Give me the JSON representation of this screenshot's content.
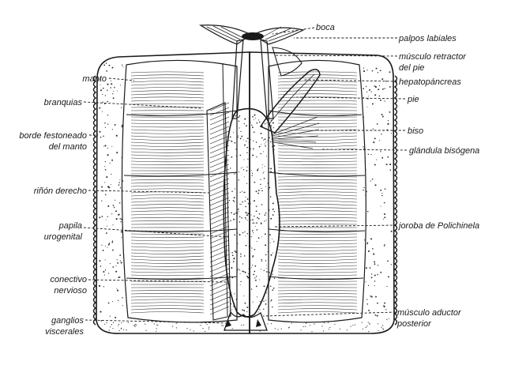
{
  "labels_left": {
    "manto": "manto",
    "branquias": "branquias",
    "borde_1": "borde festoneado",
    "borde_2": "del manto",
    "rinon": "riñón derecho",
    "papila_1": "papila",
    "papila_2": "urogenital",
    "conectivo_1": "conectivo",
    "conectivo_2": "nervioso",
    "ganglios_1": "ganglios",
    "ganglios_2": "viscerales"
  },
  "labels_right": {
    "boca": "boca",
    "palpos": "palpos labiales",
    "retractor_1": "músculo retractor",
    "retractor_2": "del pie",
    "hepato": "hepatopáncreas",
    "pie": "pie",
    "biso": "biso",
    "glandula": "glándula bisógena",
    "joroba": "joroba de Polichinela",
    "aductor_1": "músculo aductor",
    "aductor_2": "posterior"
  }
}
